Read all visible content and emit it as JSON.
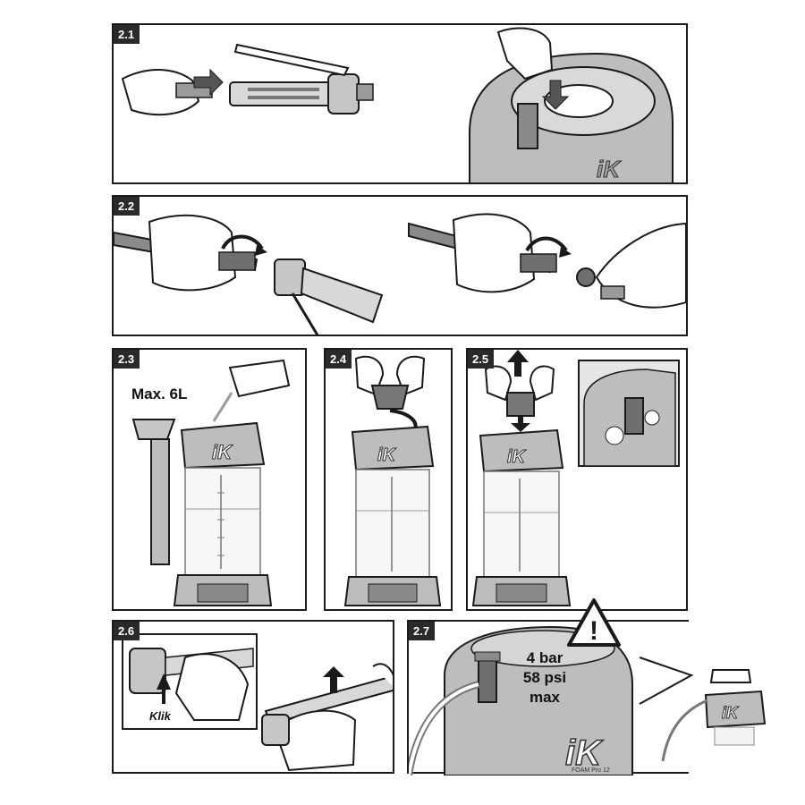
{
  "steps": {
    "s21": "2.1",
    "s22": "2.2",
    "s23": "2.3",
    "s24": "2.4",
    "s25": "2.5",
    "s26": "2.6",
    "s27": "2.7"
  },
  "capacity_label": "Max. 6L",
  "click_label": "Klik",
  "pressure": {
    "bar": "4 bar",
    "psi": "58 psi",
    "max": "max"
  },
  "warning_symbol": "!",
  "brand": "iK",
  "model_label": "FOAM Pro 12",
  "colors": {
    "line": "#1a1a1a",
    "gray": "#bdbdbd",
    "dark": "#6e6e6e"
  }
}
